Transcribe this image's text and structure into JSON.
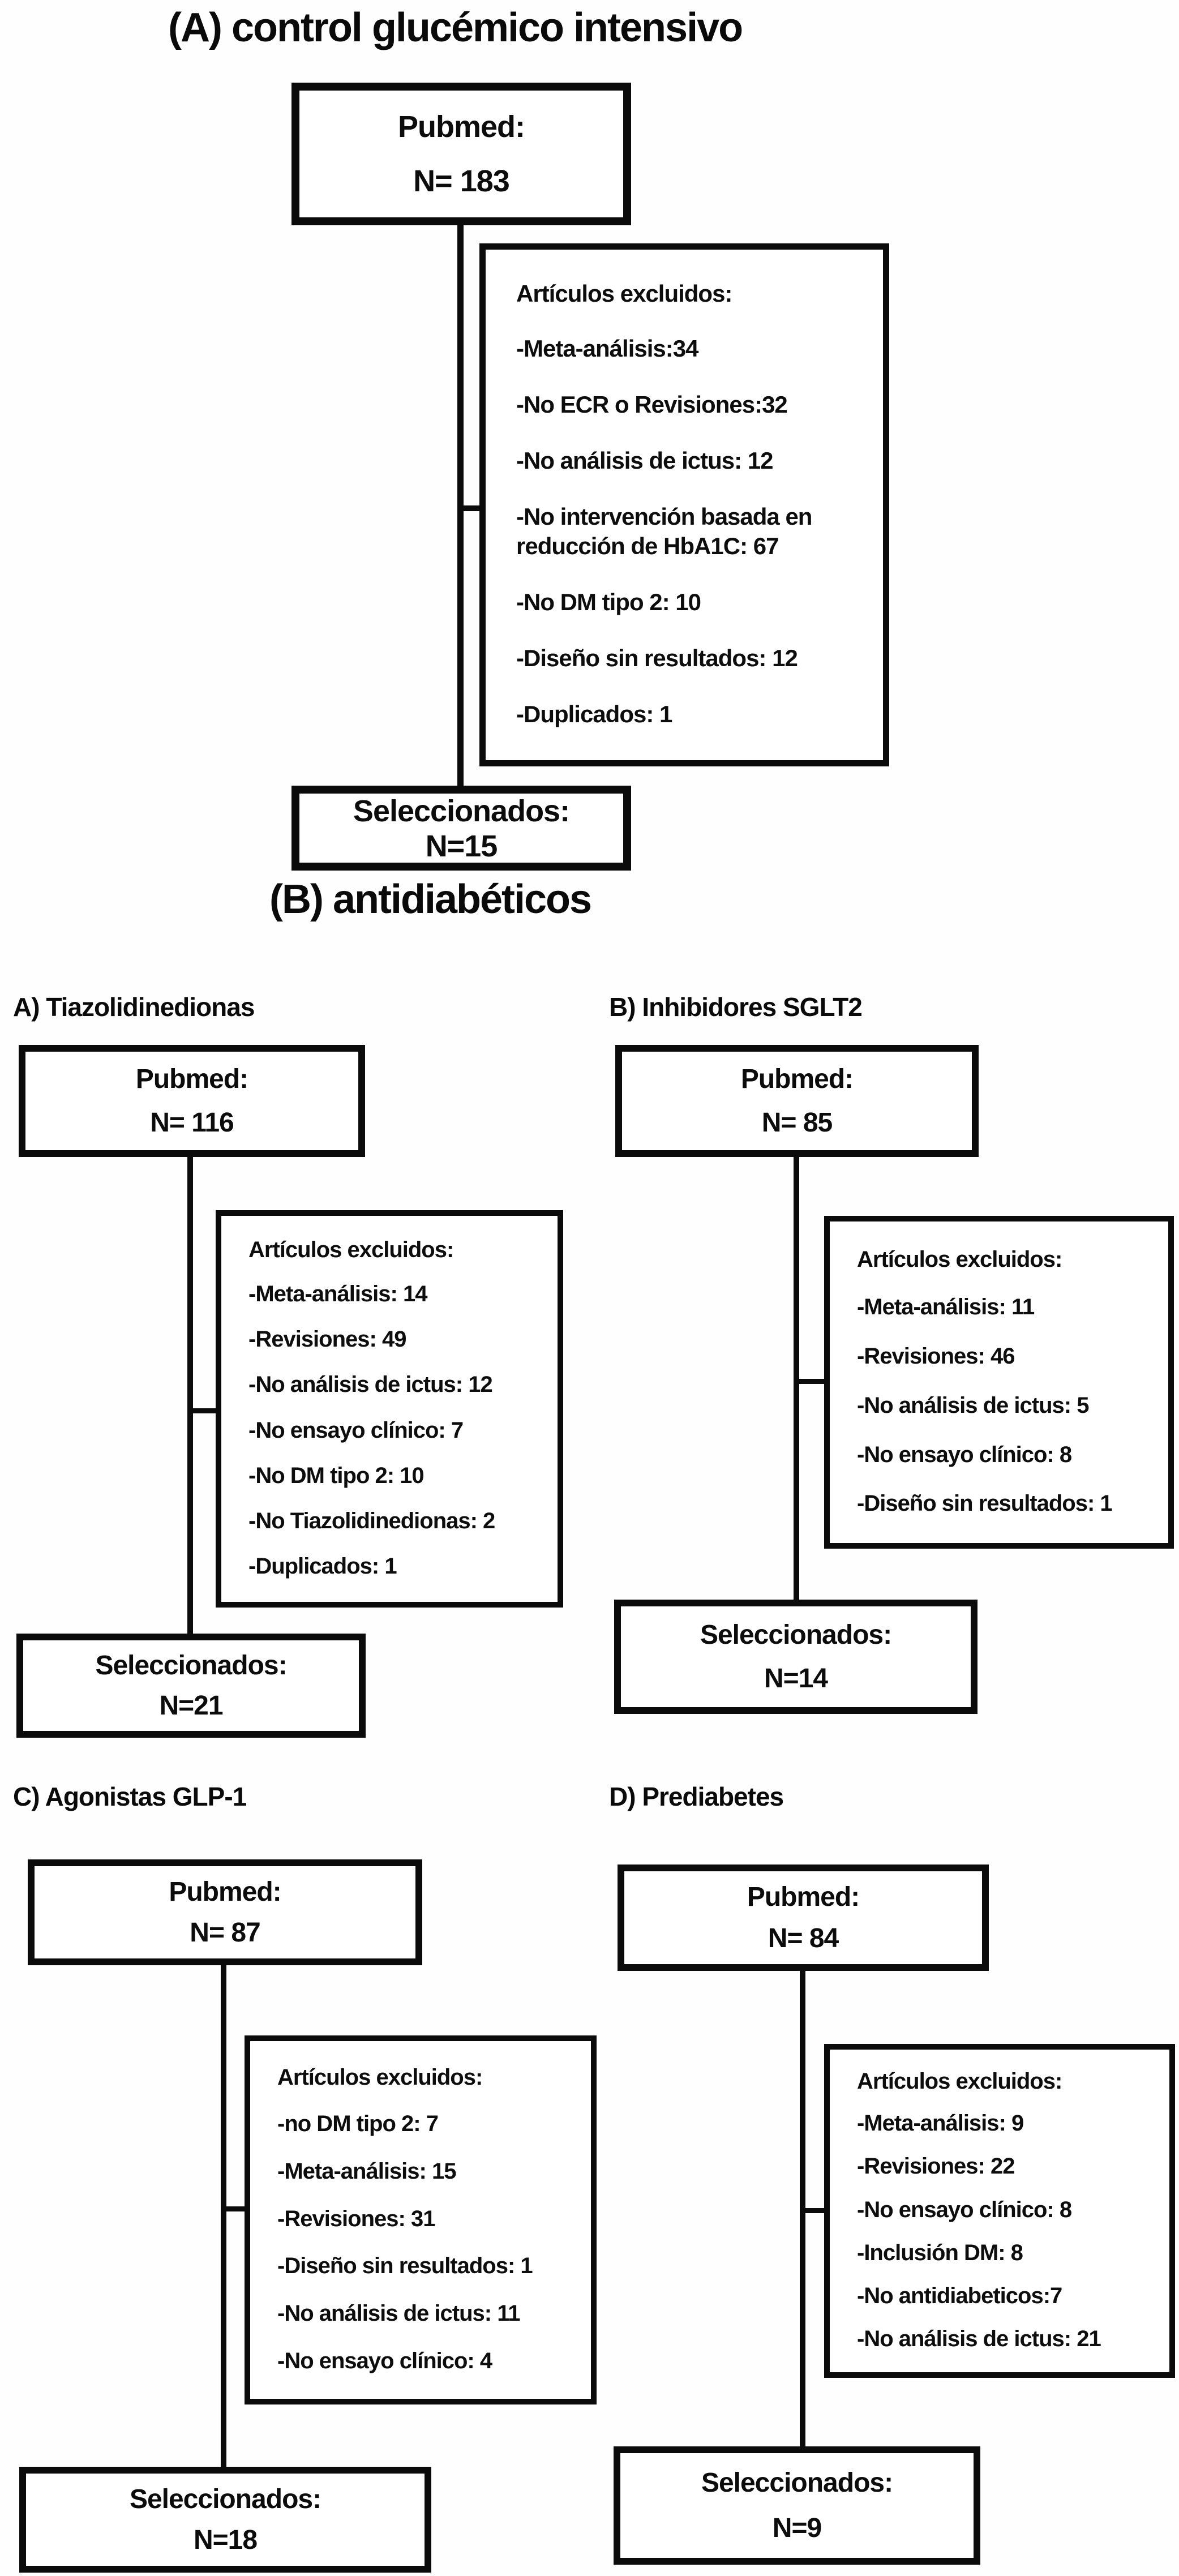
{
  "section_a": {
    "title": "(A) control glucémico intensivo",
    "pubmed": {
      "label": "Pubmed:",
      "n": "N= 183"
    },
    "excluded": {
      "title": "Artículos excluidos:",
      "items": [
        "-Meta-análisis:34",
        "-No ECR o Revisiones:32",
        "-No análisis de ictus: 12",
        "-No intervención basada en reducción de HbA1C: 67",
        "-No DM tipo 2: 10",
        "-Diseño sin resultados: 12",
        "-Duplicados: 1"
      ]
    },
    "selected": {
      "label": "Seleccionados:",
      "n": "N=15"
    }
  },
  "section_b": {
    "title": "(B) antidiabéticos",
    "subcharts": [
      {
        "label": "A) Tiazolidinedionas",
        "pubmed": {
          "label": "Pubmed:",
          "n": "N= 116"
        },
        "excluded": {
          "title": "Artículos excluidos:",
          "items": [
            "-Meta-análisis: 14",
            "-Revisiones: 49",
            "-No análisis de ictus: 12",
            "-No ensayo clínico: 7",
            "-No DM tipo 2: 10",
            "-No Tiazolidinedionas: 2",
            "-Duplicados: 1"
          ]
        },
        "selected": {
          "label": "Seleccionados:",
          "n": "N=21"
        }
      },
      {
        "label": "B) Inhibidores SGLT2",
        "pubmed": {
          "label": "Pubmed:",
          "n": "N= 85"
        },
        "excluded": {
          "title": "Artículos excluidos:",
          "items": [
            "-Meta-análisis: 11",
            "-Revisiones: 46",
            "-No análisis de ictus: 5",
            "-No ensayo clínico: 8",
            "-Diseño sin resultados: 1"
          ]
        },
        "selected": {
          "label": "Seleccionados:",
          "n": "N=14"
        }
      },
      {
        "label": "C) Agonistas GLP-1",
        "pubmed": {
          "label": "Pubmed:",
          "n": "N= 87"
        },
        "excluded": {
          "title": "Artículos excluidos:",
          "items": [
            "-no DM tipo 2: 7",
            "-Meta-análisis: 15",
            "-Revisiones: 31",
            "-Diseño sin resultados: 1",
            "-No análisis de ictus: 11",
            "-No ensayo clínico: 4"
          ]
        },
        "selected": {
          "label": "Seleccionados:",
          "n": "N=18"
        }
      },
      {
        "label": "D) Prediabetes",
        "pubmed": {
          "label": "Pubmed:",
          "n": "N= 84"
        },
        "excluded": {
          "title": "Artículos excluidos:",
          "items": [
            "-Meta-análisis: 9",
            "-Revisiones: 22",
            "-No ensayo clínico: 8",
            "-Inclusión DM: 8",
            "-No antidiabeticos:7",
            "-No análisis de ictus: 21"
          ]
        },
        "selected": {
          "label": "Seleccionados:",
          "n": "N=9"
        }
      }
    ]
  }
}
